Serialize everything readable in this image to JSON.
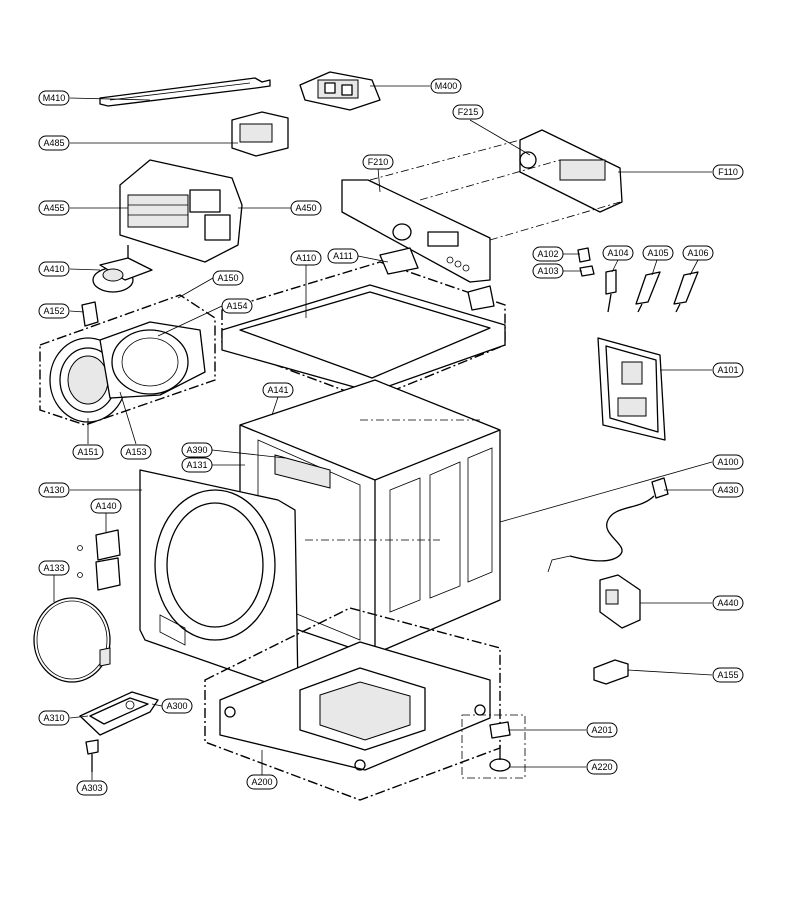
{
  "callouts": [
    {
      "id": "M410",
      "label": "M410"
    },
    {
      "id": "M400",
      "label": "M400"
    },
    {
      "id": "A485",
      "label": "A485"
    },
    {
      "id": "F215",
      "label": "F215"
    },
    {
      "id": "F210",
      "label": "F210"
    },
    {
      "id": "F110",
      "label": "F110"
    },
    {
      "id": "A455",
      "label": "A455"
    },
    {
      "id": "A450",
      "label": "A450"
    },
    {
      "id": "A410",
      "label": "A410"
    },
    {
      "id": "A150",
      "label": "A150"
    },
    {
      "id": "A110",
      "label": "A110"
    },
    {
      "id": "A111",
      "label": "A111"
    },
    {
      "id": "A102",
      "label": "A102"
    },
    {
      "id": "A103",
      "label": "A103"
    },
    {
      "id": "A104",
      "label": "A104"
    },
    {
      "id": "A105",
      "label": "A105"
    },
    {
      "id": "A106",
      "label": "A106"
    },
    {
      "id": "A152",
      "label": "A152"
    },
    {
      "id": "A154",
      "label": "A154"
    },
    {
      "id": "A101",
      "label": "A101"
    },
    {
      "id": "A141",
      "label": "A141"
    },
    {
      "id": "A151",
      "label": "A151"
    },
    {
      "id": "A153",
      "label": "A153"
    },
    {
      "id": "A390",
      "label": "A390"
    },
    {
      "id": "A131",
      "label": "A131"
    },
    {
      "id": "A100",
      "label": "A100"
    },
    {
      "id": "A130",
      "label": "A130"
    },
    {
      "id": "A430",
      "label": "A430"
    },
    {
      "id": "A140",
      "label": "A140"
    },
    {
      "id": "A133",
      "label": "A133"
    },
    {
      "id": "A440",
      "label": "A440"
    },
    {
      "id": "A155",
      "label": "A155"
    },
    {
      "id": "A310",
      "label": "A310"
    },
    {
      "id": "A300",
      "label": "A300"
    },
    {
      "id": "A201",
      "label": "A201"
    },
    {
      "id": "A303",
      "label": "A303"
    },
    {
      "id": "A200",
      "label": "A200"
    },
    {
      "id": "A220",
      "label": "A220"
    }
  ]
}
